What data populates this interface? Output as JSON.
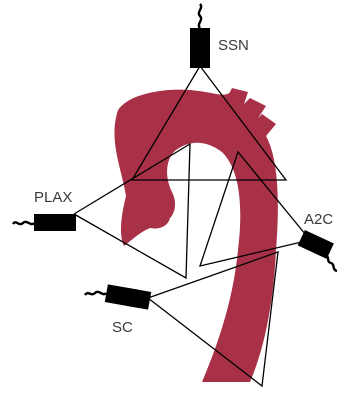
{
  "diagram": {
    "aorta_color": "#a83148",
    "probe_color": "#000000",
    "line_color": "#000000",
    "windows": [
      {
        "id": "ssn",
        "label": "SSN"
      },
      {
        "id": "plax",
        "label": "PLAX"
      },
      {
        "id": "a2c",
        "label": "A2C"
      },
      {
        "id": "sc",
        "label": "SC"
      }
    ]
  }
}
